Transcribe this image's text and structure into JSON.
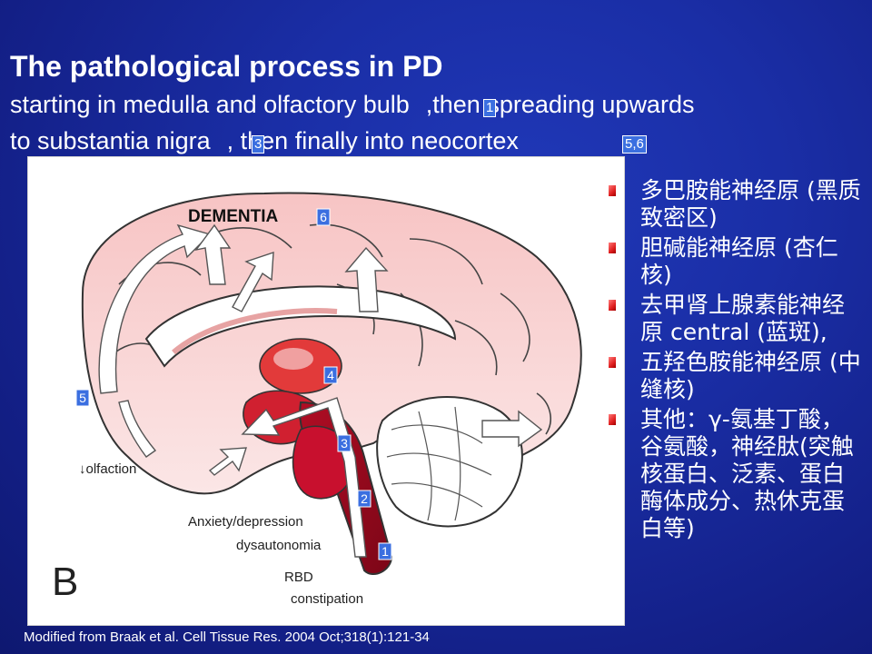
{
  "title": "The pathological process in PD",
  "subtitle": {
    "line1_text_a": "starting in medulla and olfactory bulb",
    "line1_text_b": ",then spreading upwards",
    "line2_text_a": "to substantia nigra",
    "line2_text_b": ", then finally into neocortex"
  },
  "stage_tags": {
    "medulla": "1",
    "substantia_nigra": "3",
    "neocortex": "5,6"
  },
  "figure": {
    "dementia_label": "DEMENTIA",
    "olfaction_label": "↓olfaction",
    "anxiety_label": "Anxiety/depression",
    "dysautonomia_label": "dysautonomia",
    "rbd_label": "RBD",
    "constipation_label": "constipation",
    "panel_letter": "B",
    "stage_markers": [
      "1",
      "2",
      "3",
      "4",
      "5",
      "6"
    ],
    "colors": {
      "cortex_light": "#f8dcdc",
      "cortex_mid": "#f2b3b3",
      "brainstem": "#c8102e",
      "midbrain": "#e23a3a",
      "arrow": "#ffffff",
      "marker": "#3b6fe0"
    }
  },
  "bullets": [
    "多巴胺能神经原 (黑质致密区)",
    "胆碱能神经原 (杏仁核)",
    "去甲肾上腺素能神经原 central (蓝斑),",
    "五羟色胺能神经原 (中缝核)",
    "其他：γ-氨基丁酸，谷氨酸，神经肽(突触核蛋白、泛素、蛋白酶体成分、热休克蛋白等)"
  ],
  "citation": "Modified from Braak et al. Cell Tissue Res. 2004 Oct;318(1):121-34",
  "colors": {
    "background": "#1a2ea6",
    "text": "#ffffff",
    "bullet": "#e02020",
    "tag": "#3b6fe0"
  }
}
